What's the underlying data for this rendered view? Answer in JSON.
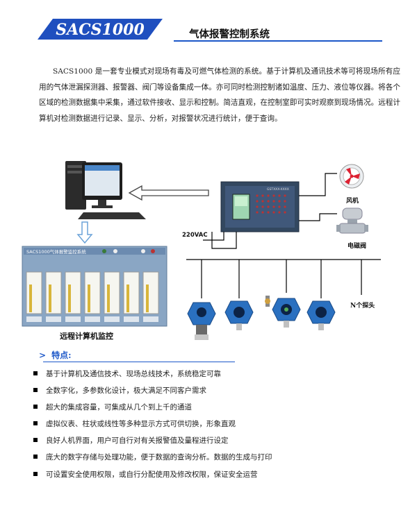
{
  "header": {
    "badge": "SACS1000",
    "title": "气体报警控制系统"
  },
  "intro": "SACS1000 是一套专业模式对现场有毒及可燃气体检测的系统。基于计算机及通讯技术等可将现场所有应用的气体泄漏探测器、报警器、阀门等设备集成一体。亦可同时检测控制诸如温度、压力、液位等仪器。将各个区域的检测数据集中采集，通过软件接收、显示和控制。简洁直观，在控制室即可实时观察到现场情况。远程计算机对检测数据进行记录、显示、分析，对报警状况进行统计，便于查询。",
  "diagram": {
    "voltage": "220VAC",
    "fan": "风机",
    "valve": "电磁阀",
    "probes": "N个探头",
    "remote": "远程计算机监控",
    "screen_title": "SACS1000气体报警监控系统",
    "panel_label": "GSTXXX-XXXX"
  },
  "features": {
    "title": "特点:",
    "items": [
      "基于计算机及通信技术、现场总线技术，系统稳定可靠",
      "全数字化，多参数化设计，极大满足不同客户需求",
      "超大的集成容量，可集成从几个到上千的通道",
      "虚拟仪表、柱状或线性等多种显示方式可供切换，形象直观",
      "良好人机界面，用户可自行对有关报警值及量程进行设定",
      "庞大的数字存储与处理功能，便于数据的查询分析。数据的生成与打印",
      "可设置安全使用权限，或自行分配使用及修改权限，保证安全运营"
    ]
  },
  "colors": {
    "accent": "#1a56c8",
    "badge": "#1f4fbf"
  }
}
